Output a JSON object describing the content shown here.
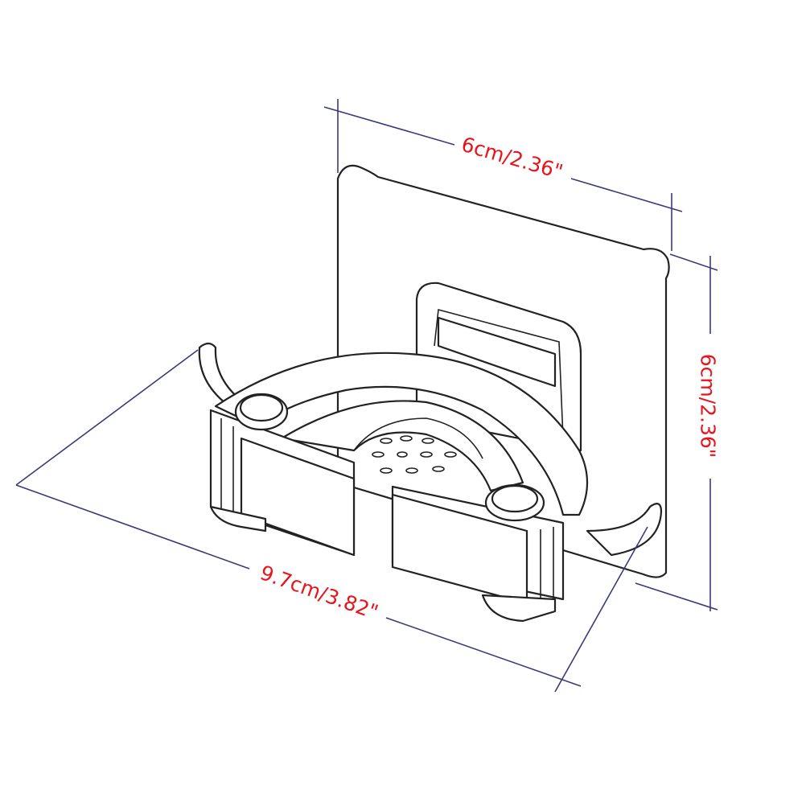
{
  "labels": {
    "top_width": "6cm/2.36\"",
    "right_height": "6cm/2.36\"",
    "bottom_length": "9.7cm/3.82\""
  },
  "colors": {
    "dimension_line": "#3b3a78",
    "label": "#e8141b",
    "outline": "#222222"
  }
}
